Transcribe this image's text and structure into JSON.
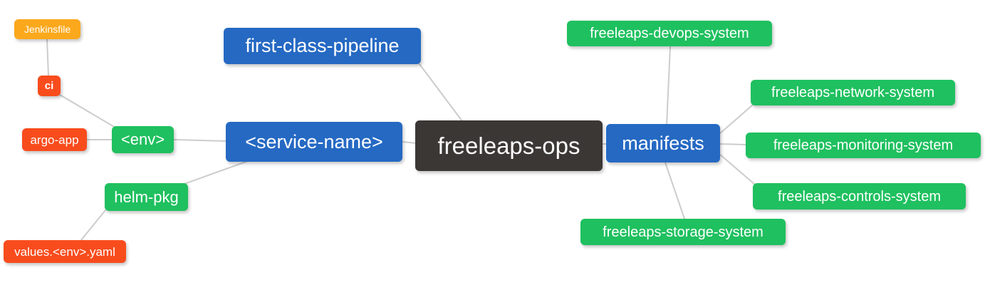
{
  "diagram": {
    "type": "mind-map",
    "root_label": "freeleaps-ops",
    "palette": {
      "blue": "#2569c3",
      "green": "#1fc05f",
      "orange": "#fba81c",
      "red": "#f84c1d",
      "dark": "#3b3734",
      "edge": "#cccccc",
      "text": "#ffffff",
      "background": "#ffffff"
    },
    "nodes": {
      "freeleaps_ops": {
        "label": "freeleaps-ops",
        "color": "dark"
      },
      "first_class_pipeline": {
        "label": "first-class-pipeline",
        "color": "blue"
      },
      "service_name": {
        "label": "<service-name>",
        "color": "blue"
      },
      "manifests": {
        "label": "manifests",
        "color": "blue"
      },
      "env": {
        "label": "<env>",
        "color": "green"
      },
      "helm_pkg": {
        "label": "helm-pkg",
        "color": "green"
      },
      "jenkinsfile": {
        "label": "Jenkinsfile",
        "color": "orange"
      },
      "ci": {
        "label": "ci",
        "color": "red"
      },
      "argo_app": {
        "label": "argo-app",
        "color": "red"
      },
      "values_env_yaml": {
        "label": "values.<env>.yaml",
        "color": "red"
      },
      "devops_system": {
        "label": "freeleaps-devops-system",
        "color": "green"
      },
      "network_system": {
        "label": "freeleaps-network-system",
        "color": "green"
      },
      "monitoring_system": {
        "label": "freeleaps-monitoring-system",
        "color": "green"
      },
      "controls_system": {
        "label": "freeleaps-controls-system",
        "color": "green"
      },
      "storage_system": {
        "label": "freeleaps-storage-system",
        "color": "green"
      }
    },
    "edges": [
      [
        "jenkinsfile",
        "ci"
      ],
      [
        "ci",
        "env"
      ],
      [
        "argo_app",
        "env"
      ],
      [
        "env",
        "service_name"
      ],
      [
        "helm_pkg",
        "service_name"
      ],
      [
        "values_env_yaml",
        "helm_pkg"
      ],
      [
        "first_class_pipeline",
        "freeleaps_ops"
      ],
      [
        "service_name",
        "freeleaps_ops"
      ],
      [
        "freeleaps_ops",
        "manifests"
      ],
      [
        "manifests",
        "devops_system"
      ],
      [
        "manifests",
        "network_system"
      ],
      [
        "manifests",
        "monitoring_system"
      ],
      [
        "manifests",
        "controls_system"
      ],
      [
        "manifests",
        "storage_system"
      ]
    ]
  }
}
